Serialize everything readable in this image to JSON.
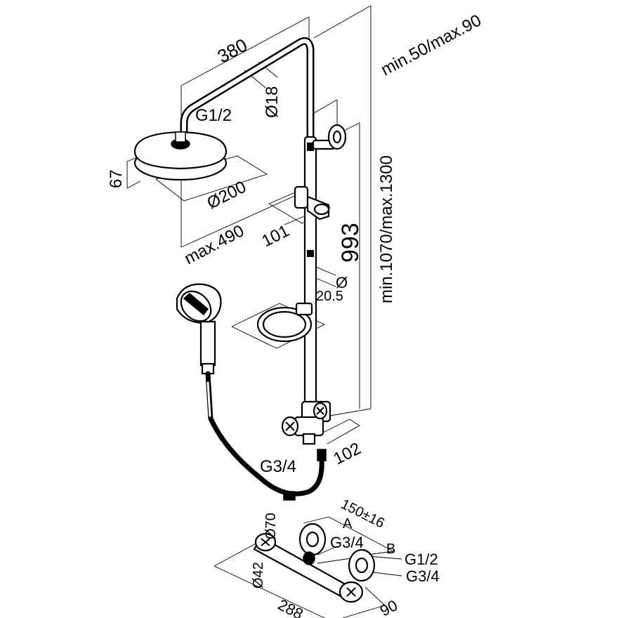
{
  "dimensions": {
    "shower_arm_length": "380",
    "arm_tube_diameter": "Ø18",
    "head_connection_thread": "G1/2",
    "head_height": "67",
    "head_diameter": "Ø200",
    "max_projection": "max.490",
    "holder_projection": "101",
    "rail_length": "993",
    "rail_diameter_symbol": "Ø",
    "rail_diameter_value": "20.5",
    "overall_height_range": "min.1070/max.1300",
    "top_range": "min.50/max.90",
    "mixer_projection": "102",
    "outlet_thread": "G3/4",
    "center_distance": "150±16",
    "port_a": "A",
    "port_a_thread": "G3/4",
    "port_b": "B",
    "port_b_thread": "G1/2",
    "inlet_thread": "G3/4",
    "flange_diameter": "Ø70",
    "body_diameter": "Ø42",
    "mixer_length": "288",
    "mixer_depth": "90"
  }
}
